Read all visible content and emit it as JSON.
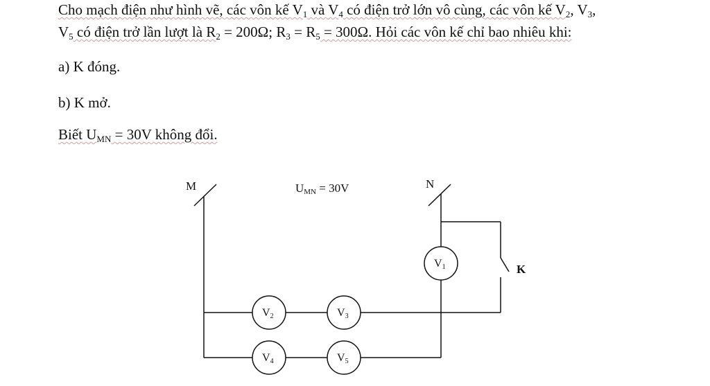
{
  "problem": {
    "line1_a": "Cho mạch điện như hình vẽ, các vôn kế V",
    "line1_a_sub": "1",
    "line1_b": " và V",
    "line1_b_sub": "4",
    "line1_c": " có điện trở lớn vô cùng, các vôn kế V",
    "line1_c_sub": "2",
    "line1_d": ", V",
    "line1_d_sub": "3",
    "line1_e": ",",
    "line2_a": "V",
    "line2_a_sub": "5",
    "line2_b": " có điện trở lần lượt là R",
    "line2_b_sub": "2",
    "line2_c": " = 200Ω; R",
    "line2_c_sub": "3",
    "line2_d": " = R",
    "line2_d_sub": "5",
    "line2_e": " = 300Ω. Hỏi các vôn kế chỉ bao nhiêu khi:",
    "part_a": "a) K đóng.",
    "part_b": "b) K mở.",
    "given_a": "Biết U",
    "given_sub": "MN",
    "given_b": " = 30V không đổi."
  },
  "circuit": {
    "label_m": "M",
    "label_n": "N",
    "source_main": "U",
    "source_sub": "MN",
    "source_value": " = 30V",
    "switch_label": "K",
    "voltmeters": [
      {
        "letter": "V",
        "sub": "1"
      },
      {
        "letter": "V",
        "sub": "2"
      },
      {
        "letter": "V",
        "sub": "3"
      },
      {
        "letter": "V",
        "sub": "4"
      },
      {
        "letter": "V",
        "sub": "5"
      }
    ]
  }
}
